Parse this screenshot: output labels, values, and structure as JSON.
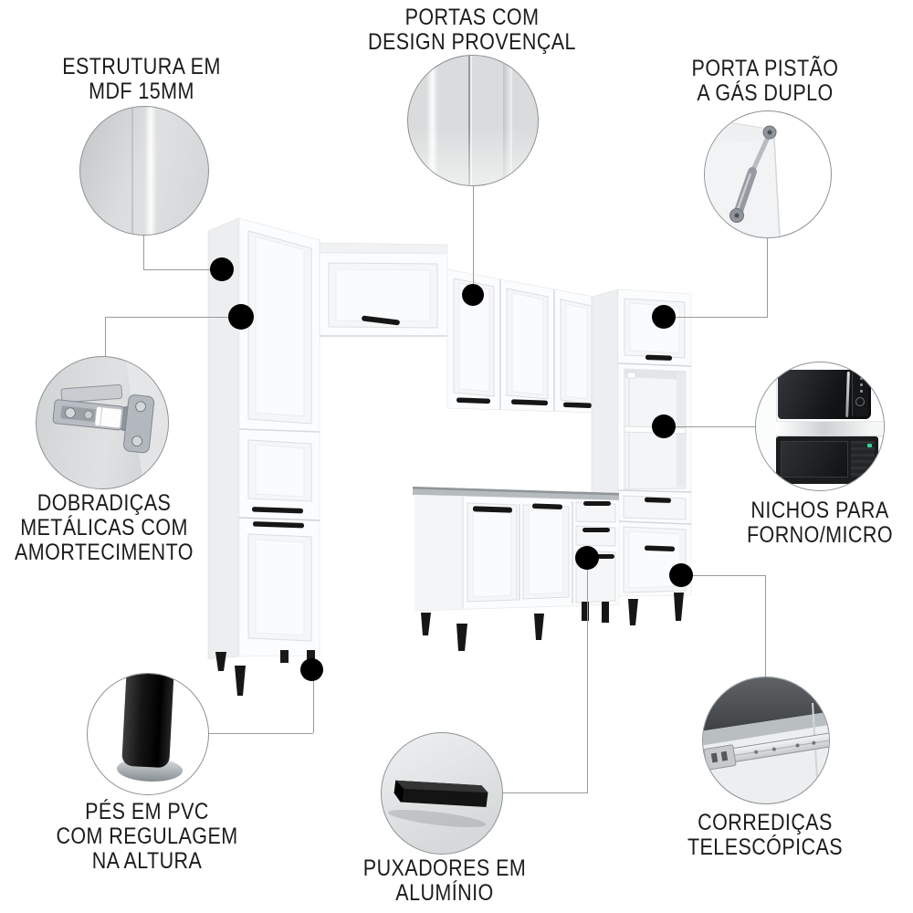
{
  "colors": {
    "text": "#1c1c1c",
    "connector_line": "#9a9a9a",
    "marker_dot": "#000000",
    "cabinet_white": "#fbfcfd"
  },
  "callouts": {
    "estrutura": {
      "icon": "mdf-panel-photo",
      "lines": [
        "ESTRUTURA EM",
        "MDF 15MM"
      ]
    },
    "portas": {
      "icon": "provencal-door-photo",
      "lines": [
        "PORTAS COM",
        "DESIGN PROVENÇAL"
      ]
    },
    "pistao": {
      "icon": "gas-piston-photo",
      "lines": [
        "PORTA PISTÃO",
        "A GÁS DUPLO"
      ]
    },
    "dobradicas": {
      "icon": "metal-hinge-photo",
      "lines": [
        "DOBRADIÇAS",
        "METÁLICAS COM",
        "AMORTECIMENTO"
      ]
    },
    "nichos": {
      "icon": "oven-microwave-niche-photo",
      "lines": [
        "NICHOS PARA",
        "FORNO/MICRO"
      ]
    },
    "pes": {
      "icon": "pvc-foot-photo",
      "lines": [
        "PÉS EM PVC",
        "COM REGULAGEM",
        "NA ALTURA"
      ]
    },
    "puxadores": {
      "icon": "aluminum-handle-photo",
      "lines": [
        "PUXADORES EM",
        "ALUMÍNIO"
      ]
    },
    "corredicas": {
      "icon": "telescopic-slide-photo",
      "lines": [
        "CORREDIÇAS",
        "TELESCÓPICAS"
      ]
    }
  }
}
